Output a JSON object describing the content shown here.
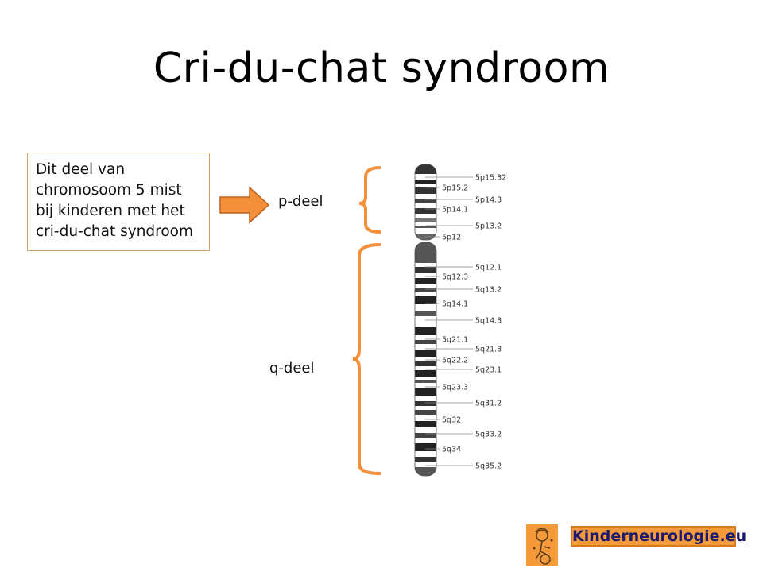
{
  "title": "Cri-du-chat syndroom",
  "callout": {
    "lines": [
      "Dit deel van",
      "chromosoom 5 mist",
      "bij kinderen met het",
      "cri-du-chat syndroom"
    ]
  },
  "labels": {
    "p_arm": "p-deel",
    "q_arm": "q-deel"
  },
  "chromosome": {
    "right_bands": [
      "5p15.32",
      "5p14.3",
      "5p13.2",
      "5q12.1",
      "5q13.2",
      "5q14.3",
      "5q21.3",
      "5q23.1",
      "5q31.2",
      "5q33.2",
      "5q35.2"
    ],
    "left_bands": [
      "5p15.2",
      "5p14.1",
      "5p12",
      "5q12.3",
      "5q14.1",
      "5q21.1",
      "5q22.2",
      "5q23.3",
      "5q32",
      "5q34"
    ]
  },
  "logo": {
    "text": "Kinderneurologie.eu"
  },
  "colors": {
    "accent": "#f4903a",
    "arrow_fill": "#f4903a",
    "arrow_stroke": "#c0601a",
    "box_border": "#d9a066",
    "logo_text": "#1a1a6e"
  }
}
